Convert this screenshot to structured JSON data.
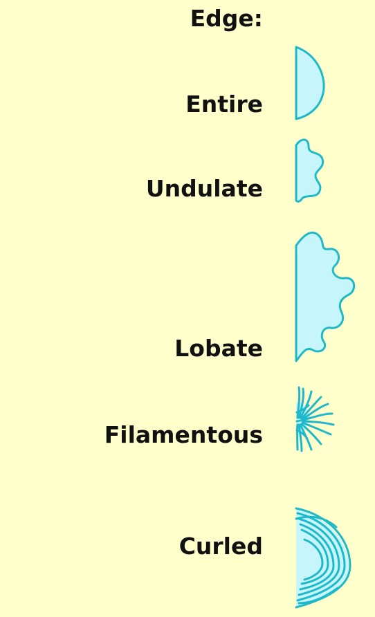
{
  "diagram": {
    "title": "Edge:",
    "items": [
      {
        "label": "Entire"
      },
      {
        "label": "Undulate"
      },
      {
        "label": "Lobate"
      },
      {
        "label": "Filamentous"
      },
      {
        "label": "Curled"
      }
    ]
  },
  "colors": {
    "background": "#ffffcc",
    "fill": "#c6f6fb",
    "stroke": "#1fb8c9",
    "text": "#111111"
  }
}
